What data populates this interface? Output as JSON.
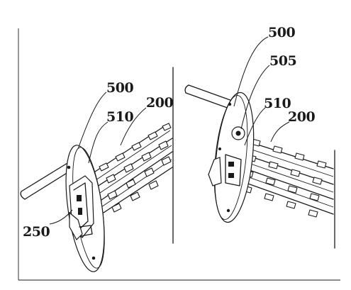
{
  "figure": {
    "left_view": {
      "labels": [
        "500",
        "510",
        "200",
        "250"
      ]
    },
    "right_view": {
      "labels": [
        "500",
        "505",
        "510",
        "200"
      ]
    }
  },
  "colors": {
    "background": "#ffffff",
    "ink": "#1a1a1a"
  }
}
